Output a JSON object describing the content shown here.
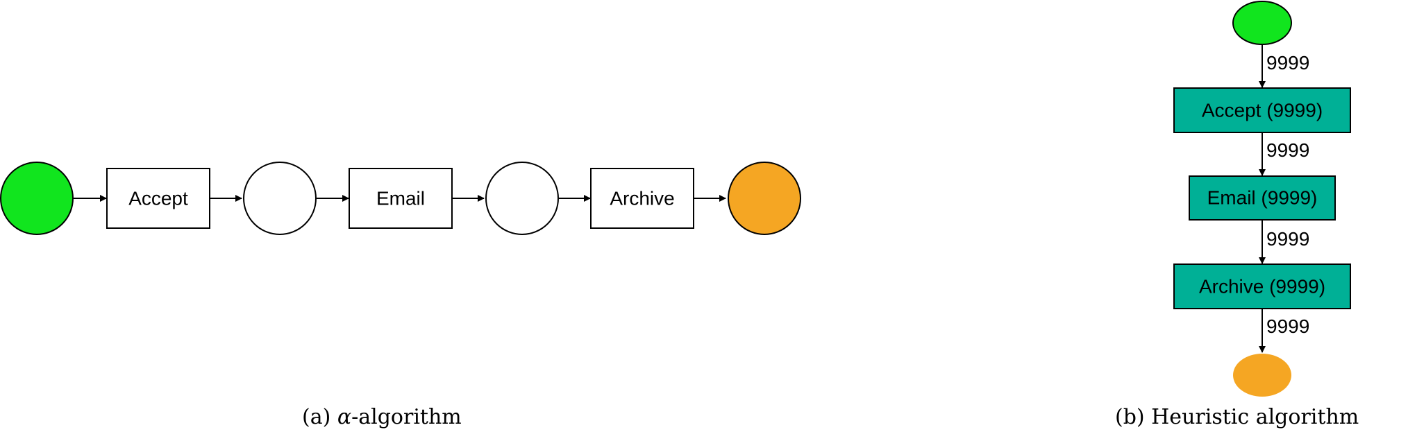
{
  "figures": {
    "a": {
      "caption_prefix": "(a) ",
      "caption_symbol": "α",
      "caption_suffix": "-algorithm",
      "nodes": {
        "start": {
          "kind": "start-place",
          "color": "#11e51e"
        },
        "accept": {
          "kind": "transition",
          "label": "Accept"
        },
        "p1": {
          "kind": "place"
        },
        "email": {
          "kind": "transition",
          "label": "Email"
        },
        "p2": {
          "kind": "place"
        },
        "archive": {
          "kind": "transition",
          "label": "Archive"
        },
        "end": {
          "kind": "end-place",
          "color": "#f5a623"
        }
      },
      "edges": [
        {
          "from": "start",
          "to": "accept"
        },
        {
          "from": "accept",
          "to": "p1"
        },
        {
          "from": "p1",
          "to": "email"
        },
        {
          "from": "email",
          "to": "p2"
        },
        {
          "from": "p2",
          "to": "archive"
        },
        {
          "from": "archive",
          "to": "end"
        }
      ]
    },
    "b": {
      "caption": "(b) Heuristic algorithm",
      "nodes": {
        "start": {
          "kind": "start-event",
          "color": "#11e51e"
        },
        "accept": {
          "kind": "activity",
          "label": "Accept (9999)",
          "color": "#00b096"
        },
        "email": {
          "kind": "activity",
          "label": "Email (9999)",
          "color": "#00b096"
        },
        "archive": {
          "kind": "activity",
          "label": "Archive (9999)",
          "color": "#00b096"
        },
        "end": {
          "kind": "end-event",
          "color": "#f5a623"
        }
      },
      "edges": [
        {
          "from": "start",
          "to": "accept",
          "label": "9999"
        },
        {
          "from": "accept",
          "to": "email",
          "label": "9999"
        },
        {
          "from": "email",
          "to": "archive",
          "label": "9999"
        },
        {
          "from": "archive",
          "to": "end",
          "label": "9999"
        }
      ]
    }
  }
}
